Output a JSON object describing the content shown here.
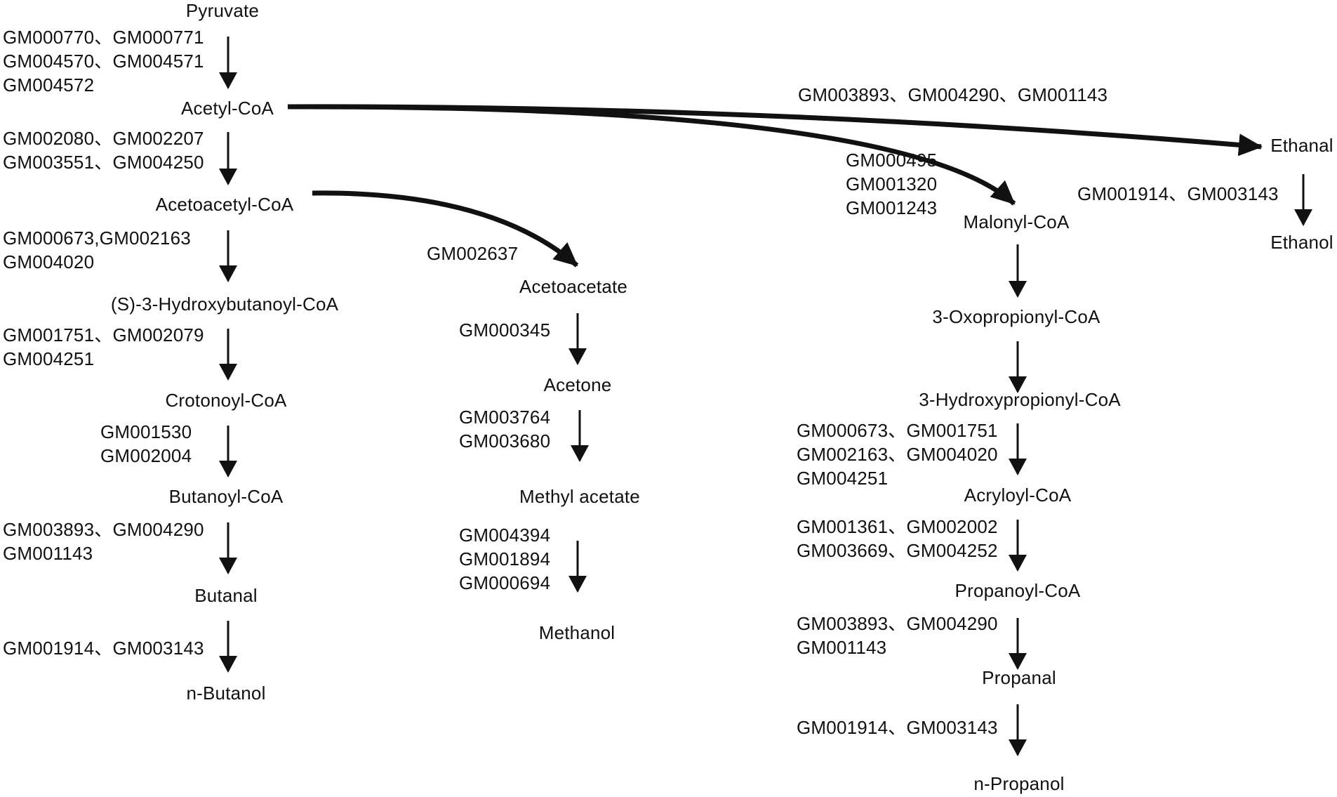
{
  "metabolites": {
    "pyruvate": "Pyruvate",
    "acetyl_coa": "Acetyl-CoA",
    "acetoacetyl_coa": "Acetoacetyl-CoA",
    "s3_hydroxybutanoyl_coa": "(S)-3-Hydroxybutanoyl-CoA",
    "crotonoyl_coa": "Crotonoyl-CoA",
    "butanoyl_coa": "Butanoyl-CoA",
    "butanal": "Butanal",
    "n_butanol": "n-Butanol",
    "acetoacetate": "Acetoacetate",
    "acetone": "Acetone",
    "methyl_acetate": "Methyl acetate",
    "methanol": "Methanol",
    "malonyl_coa": "Malonyl-CoA",
    "oxopropionyl_coa": "3-Oxopropionyl-CoA",
    "hydroxypropionyl_coa": "3-Hydroxypropionyl-CoA",
    "acryloyl_coa": "Acryloyl-CoA",
    "propanoyl_coa": "Propanoyl-CoA",
    "propanal": "Propanal",
    "n_propanol": "n-Propanol",
    "ethanal": "Ethanal",
    "ethanol": "Ethanol"
  },
  "genes": {
    "pyruvate_to_acetyl_coa": [
      "GM000770、GM000771",
      "GM004570、GM004571",
      "GM004572"
    ],
    "acetyl_coa_to_acetoacetyl_coa": [
      "GM002080、GM002207",
      "GM003551、GM004250"
    ],
    "acetoacetyl_coa_to_s3_hydroxybutanoyl_coa": [
      "GM000673,GM002163",
      "GM004020"
    ],
    "s3_hydroxybutanoyl_coa_to_crotonoyl_coa": [
      "GM001751、GM002079",
      "GM004251"
    ],
    "crotonoyl_coa_to_butanoyl_coa": [
      "GM001530",
      "GM002004"
    ],
    "butanoyl_coa_to_butanal": [
      "GM003893、GM004290",
      "GM001143"
    ],
    "butanal_to_n_butanol": [
      "GM001914、GM003143"
    ],
    "acetoacetyl_coa_to_acetoacetate": [
      "GM002637"
    ],
    "acetoacetate_to_acetone": [
      "GM000345"
    ],
    "acetone_to_methyl_acetate": [
      "GM003764",
      "GM003680"
    ],
    "methyl_acetate_to_methanol": [
      "GM004394",
      "GM001894",
      "GM000694"
    ],
    "acetyl_coa_to_ethanal": [
      "GM003893、GM004290、GM001143"
    ],
    "ethanal_to_ethanol": [
      "GM001914、GM003143"
    ],
    "acetyl_coa_to_malonyl_coa": [
      "GM000495",
      "GM001320",
      "GM001243"
    ],
    "hydroxypropionyl_coa_to_acryloyl_coa": [
      "GM000673、GM001751",
      "GM002163、GM004020",
      "GM004251"
    ],
    "acryloyl_coa_to_propanoyl_coa": [
      "GM001361、GM002002",
      "GM003669、GM004252"
    ],
    "propanoyl_coa_to_propanal": [
      "GM003893、GM004290",
      "GM001143"
    ],
    "propanal_to_n_propanol": [
      "GM001914、GM003143"
    ]
  },
  "colors": {
    "arrow": "#111111",
    "text": "#111111",
    "background": "#ffffff"
  }
}
